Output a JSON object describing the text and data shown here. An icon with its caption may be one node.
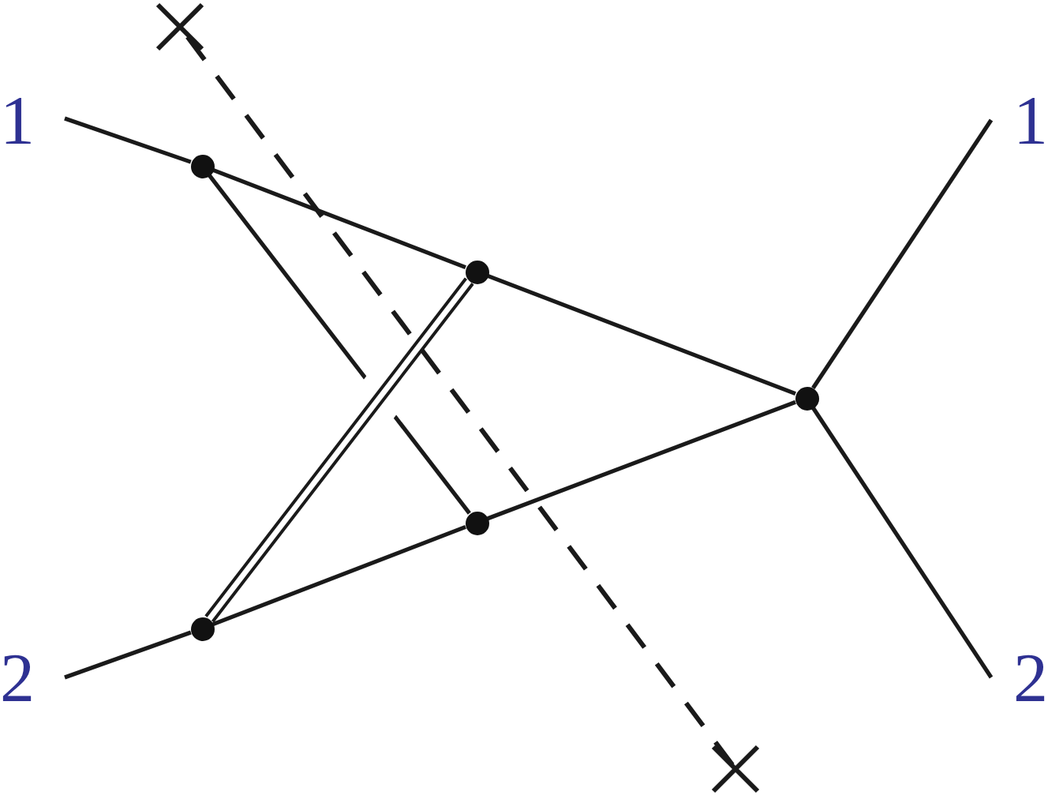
{
  "diagram": {
    "nodes": [
      {
        "text": [
          "1"
        ]
      },
      {
        "text": [
          "1"
        ]
      },
      {
        "text": [
          "2"
        ]
      },
      {
        "text": [
          "2"
        ]
      },
      {
        "text": [],
        "shape": "circle"
      },
      {
        "text": [],
        "shape": "circle"
      },
      {
        "text": [],
        "shape": "circle"
      },
      {
        "text": [],
        "shape": "circle"
      },
      {
        "text": [],
        "shape": "circle"
      }
    ],
    "edges": [
      {
        "from": 0,
        "to": 4,
        "arrow": "none"
      },
      {
        "from": 4,
        "to": 6,
        "arrow": "none"
      },
      {
        "from": 6,
        "to": 8,
        "arrow": "none"
      },
      {
        "from": 8,
        "to": 1,
        "arrow": "none"
      },
      {
        "from": 2,
        "to": 5,
        "arrow": "none"
      },
      {
        "from": 5,
        "to": 7,
        "arrow": "none"
      },
      {
        "from": 7,
        "to": 8,
        "arrow": "none"
      },
      {
        "from": 8,
        "to": 3,
        "arrow": "none"
      },
      {
        "from": 5,
        "to": 6,
        "arrow": "none",
        "style": "thick"
      },
      {
        "from": 4,
        "to": 7,
        "arrow": "none"
      }
    ]
  }
}
